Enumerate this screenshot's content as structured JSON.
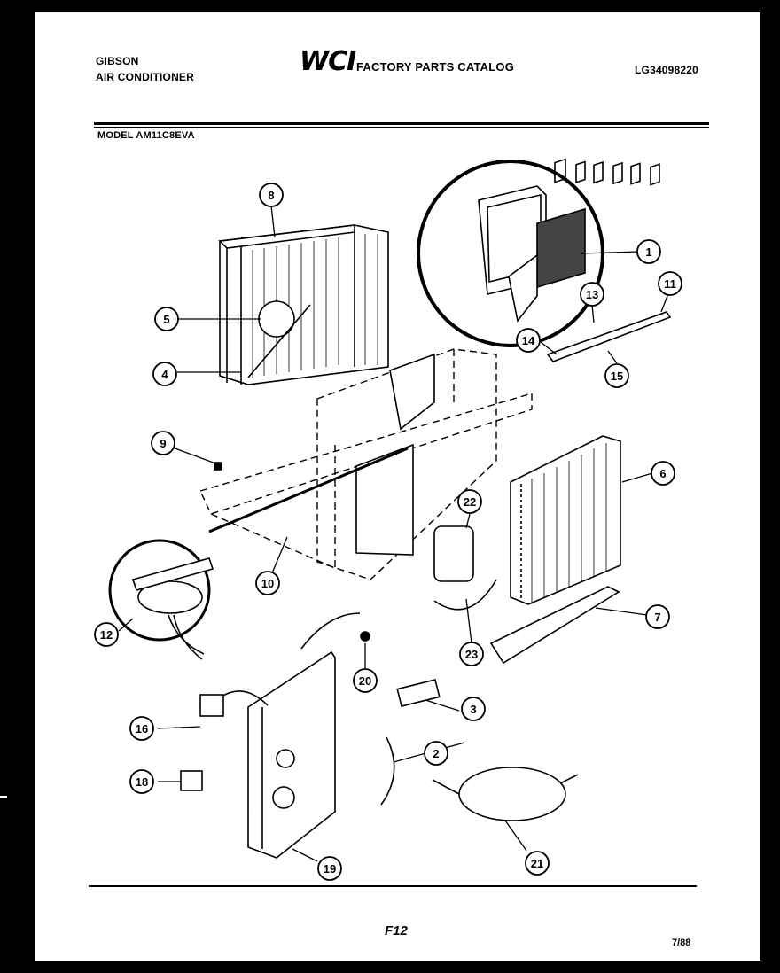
{
  "header": {
    "brand_line1": "GIBSON",
    "brand_line2": "AIR CONDITIONER",
    "logo": "WCI",
    "catalog_title": "FACTORY PARTS CATALOG",
    "catalog_id": "LG34098220",
    "model": "MODEL AM11C8EVA"
  },
  "footer": {
    "page_number": "F12",
    "revision_date": "7/88"
  },
  "callouts": [
    "1",
    "2",
    "3",
    "4",
    "5",
    "6",
    "7",
    "8",
    "9",
    "10",
    "11",
    "12",
    "13",
    "14",
    "15",
    "16",
    "18",
    "19",
    "20",
    "21",
    "22",
    "23"
  ]
}
